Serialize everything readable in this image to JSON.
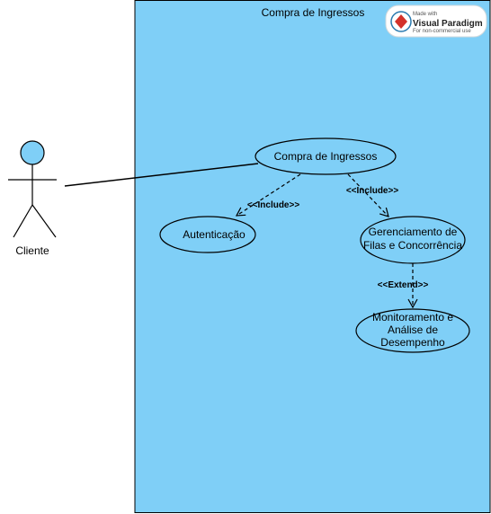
{
  "system": {
    "title": "Compra de Ingressos"
  },
  "actor": {
    "name": "Cliente"
  },
  "use_cases": {
    "compra": {
      "lines": [
        "Compra de Ingressos"
      ]
    },
    "autenticacao": {
      "lines": [
        "Autenticação"
      ]
    },
    "gerenciamento": {
      "lines": [
        "Gerenciamento de",
        "Filas e Concorrência"
      ]
    },
    "monitoramento": {
      "lines": [
        "Monitoramento e",
        "Análise de",
        "Desempenho"
      ]
    }
  },
  "relations": {
    "include_auth": "<<Include>>",
    "include_gerenciamento": "<<Include>>",
    "extend_monitoramento": "<<Extend>>"
  },
  "watermark": {
    "made_with": "Made with",
    "brand": "Visual Paradigm",
    "note": "For non-commercial use"
  },
  "colors": {
    "fill": "#7fcff7",
    "stroke": "#000000"
  }
}
